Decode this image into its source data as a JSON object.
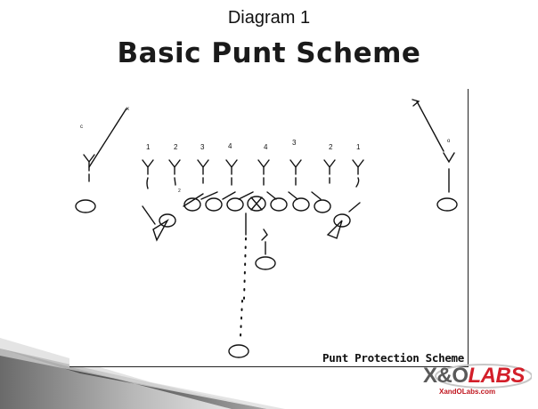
{
  "slide": {
    "subtitle": "Diagram 1",
    "title": "Basic Punt Scheme"
  },
  "diagram": {
    "caption": "Punt Protection Scheme",
    "lane_numbers": [
      "1",
      "2",
      "3",
      "4",
      "4",
      "3",
      "2",
      "1"
    ]
  },
  "logo": {
    "name": "X&OLABS",
    "name_prefix": "X&O",
    "name_suffix": "LABS",
    "url": "XandOLabs.com",
    "brand_color": "#d31f2a"
  },
  "colors": {
    "ink": "#111111",
    "decor_gray": "#8c8c8c"
  }
}
